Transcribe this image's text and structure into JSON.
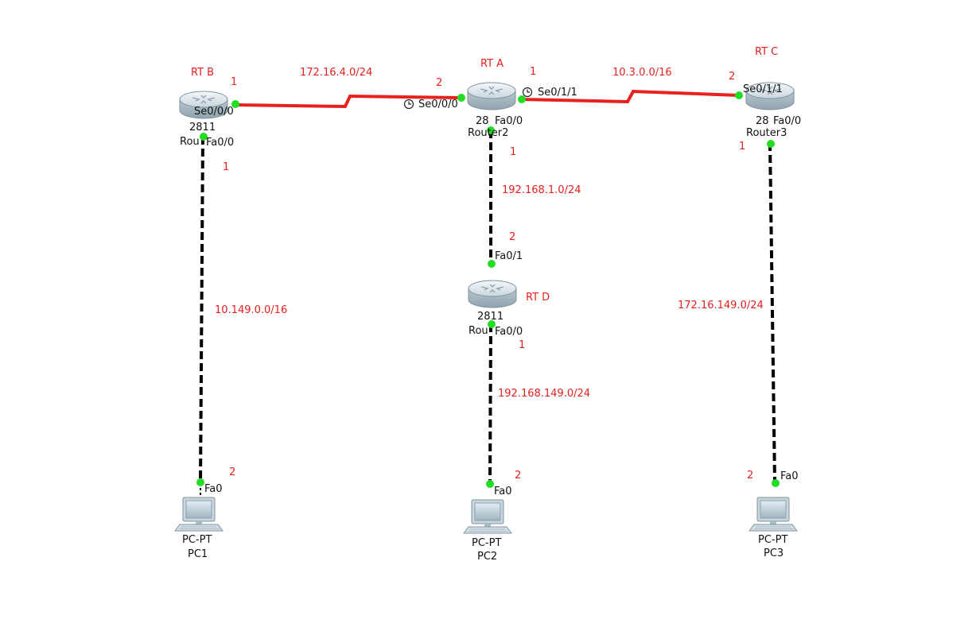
{
  "colors": {
    "serial_link": "#e8201e",
    "ethernet_link": "#000000",
    "annotation": "#e8201e",
    "port_dot": "#22dd22"
  },
  "devices": {
    "rtb": {
      "note": "RT B",
      "model": "2811",
      "name": "Rou"
    },
    "rta": {
      "note": "RT A",
      "model": "28",
      "name": "Router2"
    },
    "rtc": {
      "note": "RT C",
      "model": "28",
      "name": "Router3"
    },
    "rtd": {
      "note": "RT D",
      "model": "2811",
      "name": "Rou"
    },
    "pc1": {
      "model": "PC-PT",
      "name": "PC1"
    },
    "pc2": {
      "model": "PC-PT",
      "name": "PC2"
    },
    "pc3": {
      "model": "PC-PT",
      "name": "PC3"
    }
  },
  "ports": {
    "rtb_se000": "Se0/0/0",
    "rtb_fa00": "Fa0/0",
    "rta_se000": "Se0/0/0",
    "rta_se011": "Se0/1/1",
    "rta_fa00": "Fa0/0",
    "rtc_se011": "Se0/1/1",
    "rtc_fa00": "Fa0/0",
    "rtd_fa01": "Fa0/1",
    "rtd_fa00": "Fa0/0",
    "pc1_fa0": "Fa0",
    "pc2_fa0": "Fa0",
    "pc3_fa0": "Fa0"
  },
  "networks": {
    "b_a": "172.16.4.0/24",
    "a_c": "10.3.0.0/16",
    "a_d": "192.168.1.0/24",
    "b_pc1": "10.149.0.0/16",
    "d_pc2": "192.168.149.0/24",
    "c_pc3": "172.16.149.0/24"
  },
  "host_ids": {
    "b_a_rtb": "1",
    "b_a_rta": "2",
    "a_c_rta": "1",
    "a_c_rtc": "2",
    "a_d_rta": "1",
    "a_d_rtd": "2",
    "b_pc1_rtb": "1",
    "b_pc1_pc": "2",
    "d_pc2_rtd": "1",
    "d_pc2_pc": "2",
    "c_pc3_rtc": "1",
    "c_pc3_pc": "2"
  }
}
